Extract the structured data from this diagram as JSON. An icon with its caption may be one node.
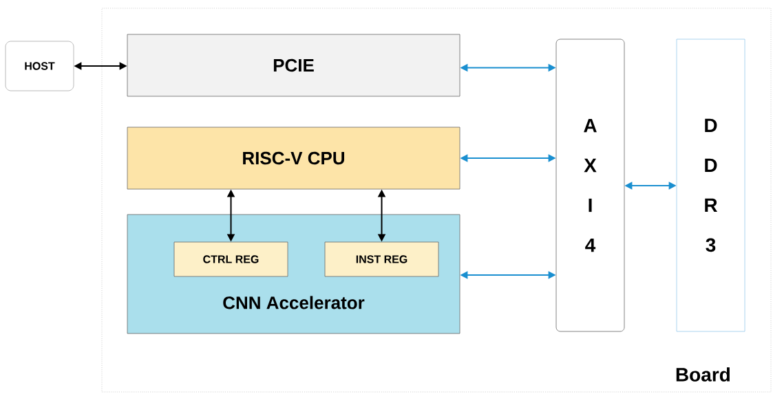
{
  "diagram": {
    "nodes": [
      {
        "text": [
          "Board"
        ]
      },
      {
        "text": [
          "HOST"
        ]
      },
      {
        "text": [
          "PCIE"
        ],
        "in": 0
      },
      {
        "text": [
          "RISC-V CPU"
        ],
        "in": 0
      },
      {
        "text": [
          "CNN Accelerator"
        ],
        "in": 0
      },
      {
        "text": [
          "CTRL REG"
        ],
        "in": 4
      },
      {
        "text": [
          "INST REG"
        ],
        "in": 4
      },
      {
        "text": [
          "A X I 4"
        ],
        "in": 0
      },
      {
        "text": [
          "D D R 3"
        ],
        "in": 0
      }
    ],
    "edges": [
      {
        "from": 1,
        "to": 2,
        "arrow": "both",
        "color": "#000000"
      },
      {
        "from": 2,
        "to": 7,
        "arrow": "both"
      },
      {
        "from": 3,
        "to": 7,
        "arrow": "both"
      },
      {
        "from": 3,
        "to": 5,
        "arrow": "both",
        "color": "#000000"
      },
      {
        "from": 3,
        "to": 6,
        "arrow": "both",
        "color": "#000000"
      },
      {
        "from": 4,
        "to": 7,
        "arrow": "both"
      },
      {
        "from": 7,
        "to": 8,
        "arrow": "both"
      }
    ]
  }
}
